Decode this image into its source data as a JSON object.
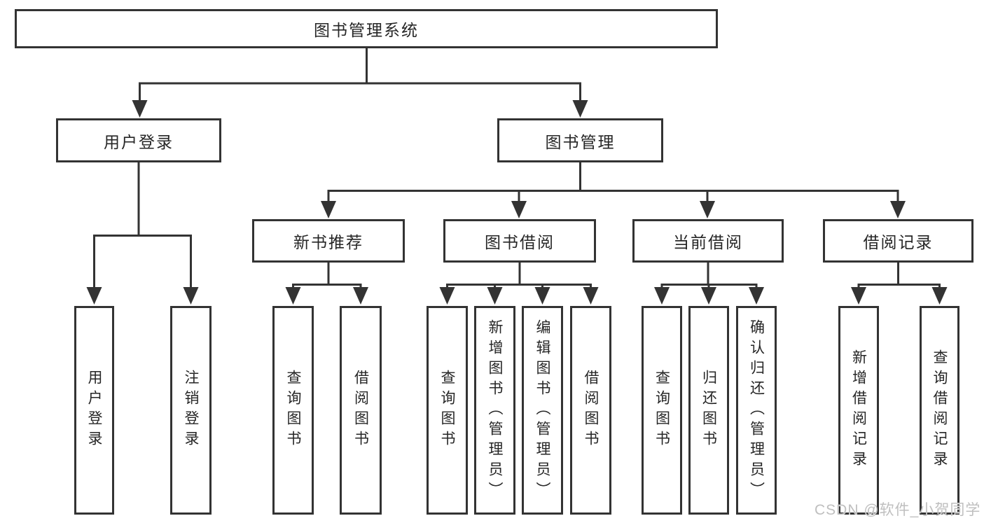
{
  "diagram": {
    "title_node": {
      "label": "图书管理系统"
    },
    "level2": [
      {
        "label": "用户登录"
      },
      {
        "label": "图书管理"
      }
    ],
    "level3": [
      {
        "label": "新书推荐"
      },
      {
        "label": "图书借阅"
      },
      {
        "label": "当前借阅"
      },
      {
        "label": "借阅记录"
      }
    ],
    "leaves": {
      "user_login": [
        "用户登录",
        "注销登录"
      ],
      "new_book": [
        "查询图书",
        "借阅图书"
      ],
      "book_borrow": [
        "查询图书",
        "新增图书（管理员）",
        "编辑图书（管理员）",
        "借阅图书"
      ],
      "current_borrow": [
        "查询图书",
        "归还图书",
        "确认归还（管理员）"
      ],
      "borrow_record": [
        "新增借阅记录",
        "查询借阅记录"
      ]
    }
  },
  "watermark": {
    "text": "CSDN @软件_小贺同学",
    "color": "#bfbfbf"
  },
  "colors": {
    "line": "#333333",
    "box_border": "#333333",
    "text": "#262626",
    "background": "#ffffff"
  }
}
